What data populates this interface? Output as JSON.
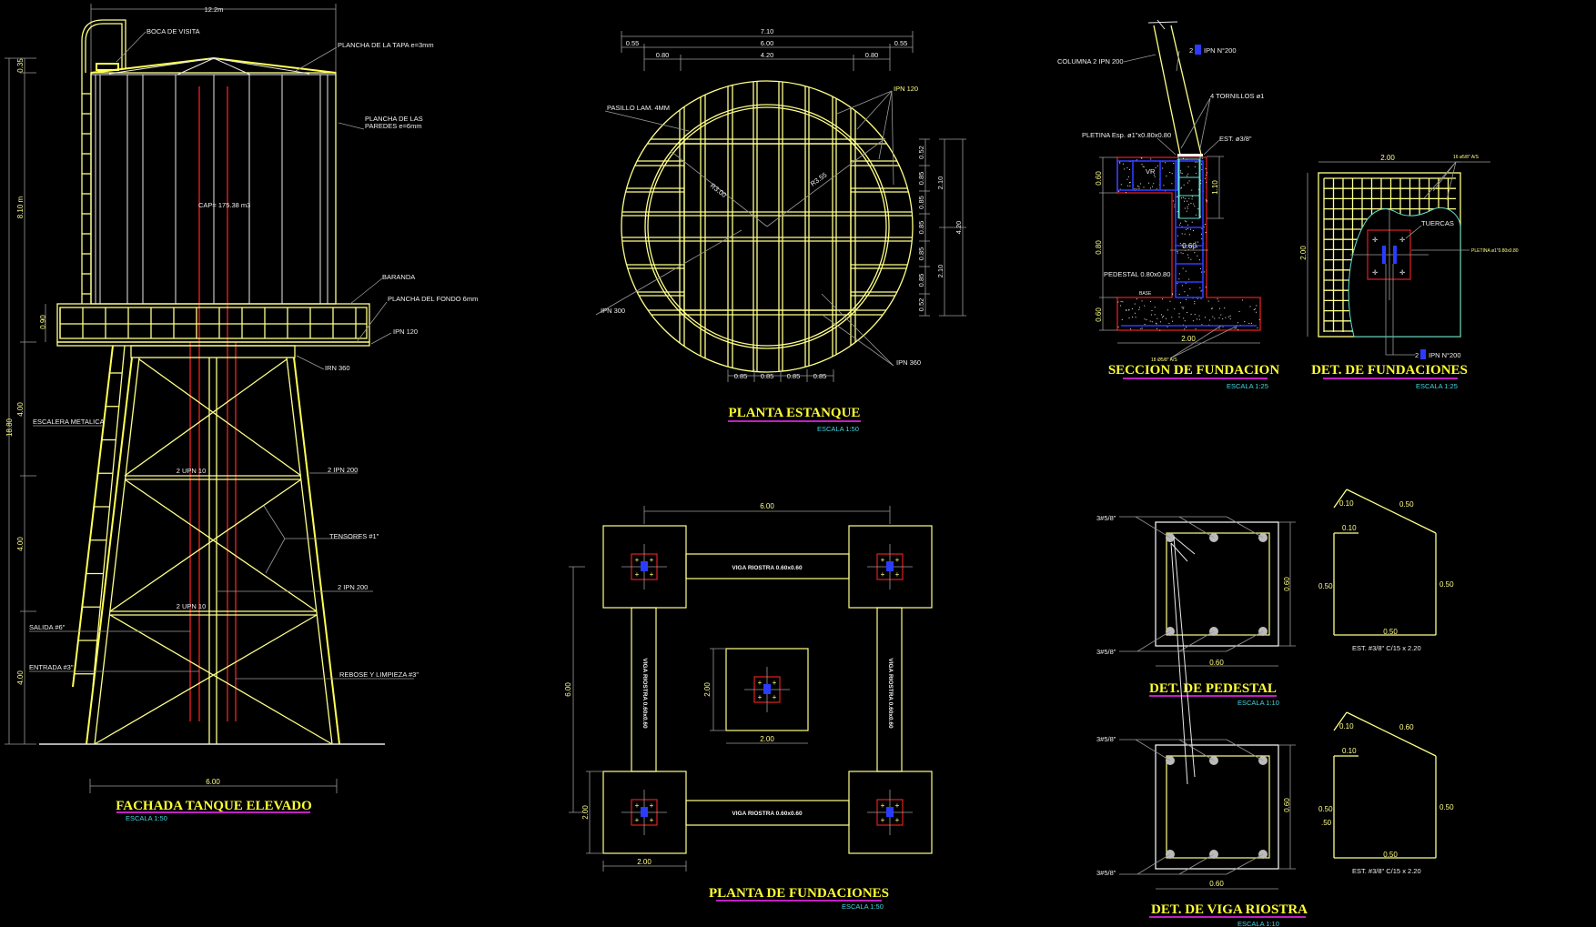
{
  "colors": {
    "background": "#000000",
    "structure": "#ffff88",
    "dimension": "#9a9a9a",
    "pipe": "#e02020",
    "steel_profile": "#2a3cff",
    "title": "#ffff33",
    "title_underline": "#c020c0",
    "scale_text": "#40d8e0"
  },
  "fachada": {
    "title": "FACHADA TANQUE ELEVADO",
    "scale": "ESCALA 1:50",
    "dims": {
      "top": "12.2m",
      "total": "18.80",
      "roof": "0.35",
      "tank": "8.10 m",
      "platform": "0.90",
      "level1": "4.00",
      "level2": "4.00",
      "level3": "4.00",
      "base": "6.00"
    },
    "labels": {
      "boca": "BOCA DE VISITA",
      "tapa": "PLANCHA DE LA TAPA e=3mm",
      "paredes_1": "PLANCHA DE LAS",
      "paredes_2": "PAREDES e=6mm",
      "cap": "CAP= 175.38 m3",
      "baranda": "BARANDA",
      "fondo": "PLANCHA DEL FONDO 6mm",
      "ipn120": "IPN 120",
      "ipn360": "IRN 360",
      "escalera": "ESCALERA METALICA",
      "upn_1": "2 UPN 10",
      "upn_2": "2 UPN 10",
      "ipn200_1": "2 IPN 200",
      "ipn200_2": "2 IPN 200",
      "tensores": "TENSORES #1\"",
      "salida": "SALIDA #6\"",
      "entrada": "ENTRADA #3\"",
      "rebose": "REBOSE Y LIMPIEZA #3\""
    }
  },
  "planta_estanque": {
    "title": "PLANTA ESTANQUE",
    "scale": "ESCALA 1:50",
    "dims_top": [
      "7.10",
      "0.55",
      "6.00",
      "0.55",
      "0.80",
      "4.20",
      "0.80"
    ],
    "dims_right": [
      "0.52",
      "0.85",
      "0.85",
      "0.85",
      "0.85",
      "0.85",
      "0.52"
    ],
    "dims_right_outer": [
      "2.10",
      "2.10",
      "4.20"
    ],
    "dims_bottom": [
      "0.85",
      "0.85",
      "0.85",
      "0.85"
    ],
    "radii": [
      "R3.00",
      "R3.55"
    ],
    "labels": {
      "pasillo": "PASILLO LAM. 4MM",
      "ipn120": "IPN 120",
      "ipn300": "IPN 300",
      "ipn360": "IPN 360"
    }
  },
  "seccion_fundacion": {
    "title": "SECCION DE FUNDACION",
    "scale": "ESCALA 1:25",
    "labels": {
      "columna": "COLUMNA 2 IPN 200",
      "ipn": "2",
      "ipn_b": "IPN N°200",
      "tornillos": "4 TORNILLOS ø1",
      "pletina": "PLETINA Esp. ø1\"x0.80x0.80",
      "est": "EST. ø3/8\"",
      "vr": "VR",
      "pedestal": "PEDESTAL 0.80x0.80",
      "base": "BASE",
      "armadura": "18 Ø5/8\" A/S"
    },
    "dims": {
      "vr": "0.60",
      "pedestal": "0.80",
      "base": "0.60",
      "anchor": "1.10",
      "width": "0.60",
      "total": "2.00"
    }
  },
  "det_fundaciones": {
    "title": "DET. DE FUNDACIONES",
    "scale": "ESCALA 1:25",
    "labels": {
      "armadura": "16 ø5/8\" A/S",
      "tuercas": "TUERCAS",
      "pletina": "PLETINA ø1\"0.80x0.80",
      "ipn": "2",
      "ipn_b": "IPN N°200"
    },
    "dims": {
      "width": "2.00",
      "height": "2.00"
    }
  },
  "planta_fundaciones": {
    "title": "PLANTA DE FUNDACIONES",
    "scale": "ESCALA 1:50",
    "beam_label": "VIGA RIOSTRA 0.60x0.60",
    "dims": {
      "span_x": "6.00",
      "span_y": "6.00",
      "center_h": "2.00",
      "center_w": "2.00",
      "footing_h": "2.00",
      "footing_w": "2.00"
    }
  },
  "det_pedestal": {
    "title": "DET. DE PEDESTAL",
    "scale": "ESCALA 1:10",
    "bars_top": "3#5/8\"",
    "bars_bottom": "3#5/8\"",
    "dims": {
      "height": "0.60",
      "width": "0.60"
    },
    "stirrup": {
      "hook_a": "0.10",
      "diag": "0.50",
      "hook_b": "0.10",
      "left": "0.50",
      "right": "0.50",
      "bottom": "0.50",
      "spec": "EST. #3/8\" C/15 x 2.20"
    }
  },
  "det_viga_riostra": {
    "title": "DET. DE VIGA RIOSTRA",
    "scale": "ESCALA 1:10",
    "bars_top": "3#5/8\"",
    "bars_bottom": "3#5/8\"",
    "dims": {
      "height": "0.60",
      "width": "0.60"
    },
    "stirrup": {
      "hook_a": "0.10",
      "diag": "0.60",
      "hook_b": "0.10",
      "left": "0.50",
      "left_b": ".50",
      "right": "0.50",
      "bottom": "0.50",
      "spec": "EST. #3/8\" C/15 x 2.20"
    }
  }
}
